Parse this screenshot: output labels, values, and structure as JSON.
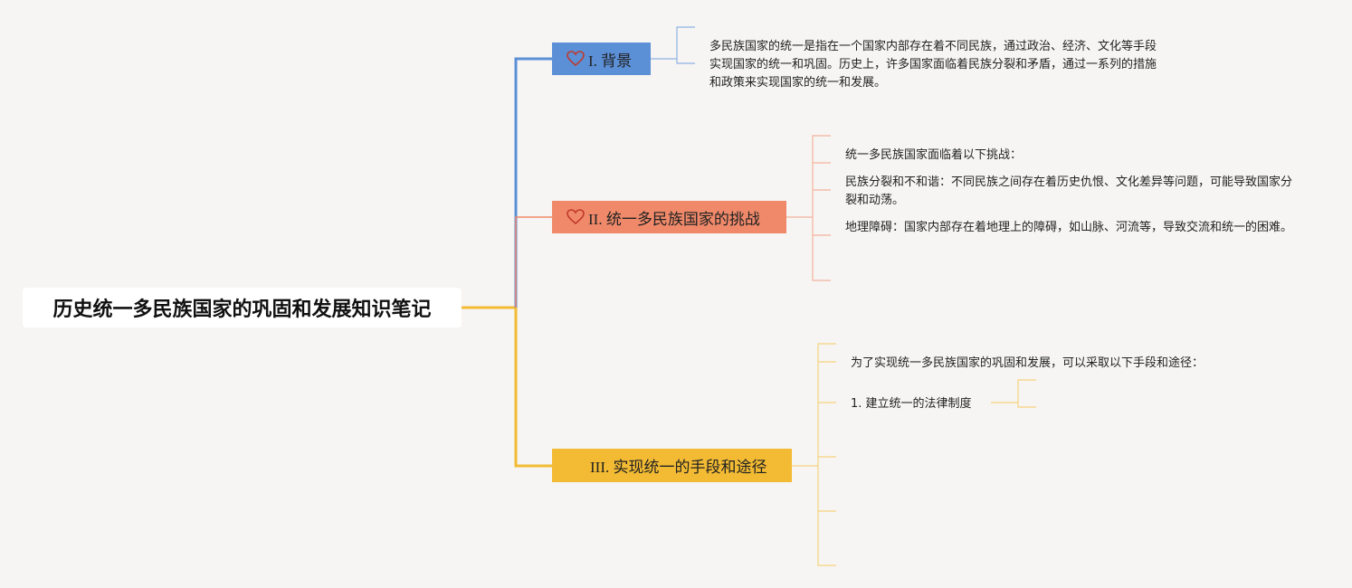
{
  "root": {
    "title": "历史统一多民族国家的巩固和发展知识笔记"
  },
  "branches": [
    {
      "label": "I. 背景",
      "color": "#5b8fd6",
      "icon": "heart-icon"
    },
    {
      "label": "II. 统一多民族国家的挑战",
      "color": "#f0896a",
      "icon": "heart-icon"
    },
    {
      "label": "III. 实现统一的手段和途径",
      "color": "#f3bb33"
    }
  ],
  "background": {
    "text": "多民族国家的统一是指在一个国家内部存在着不同民族，通过政治、经济、文化等手段实现国家的统一和巩固。历史上，许多国家面临着民族分裂和矛盾，通过一系列的措施和政策来实现国家的统一和发展。"
  },
  "challenges": {
    "intro": "统一多民族国家面临着以下挑战：",
    "item1": "民族分裂和不和谐：不同民族之间存在着历史仇恨、文化差异等问题，可能导致国家分裂和动荡。",
    "item2": "地理障碍：国家内部存在着地理上的障碍，如山脉、河流等，导致交流和统一的困难。"
  },
  "means": {
    "intro": "为了实现统一多民族国家的巩固和发展，可以采取以下手段和途径：",
    "item1": "1. 建立统一的法律制度"
  }
}
